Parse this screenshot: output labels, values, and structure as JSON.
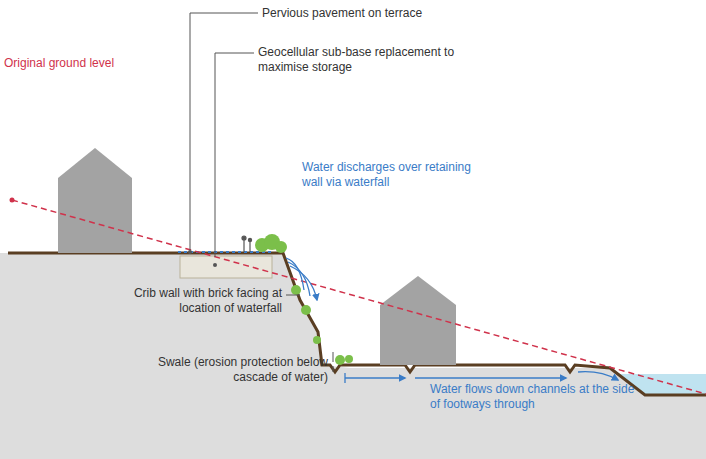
{
  "diagram": {
    "labels": [
      "Pervious pavement on terrace",
      "Original ground level",
      "Geocellular sub-base replacement to maximise storage",
      "Water discharges over retaining wall via waterfall",
      "Crib wall with brick facing at location of waterfall",
      "Swale (erosion protection below cascade of water)",
      "Water flows down channels at the side of footways through"
    ]
  }
}
